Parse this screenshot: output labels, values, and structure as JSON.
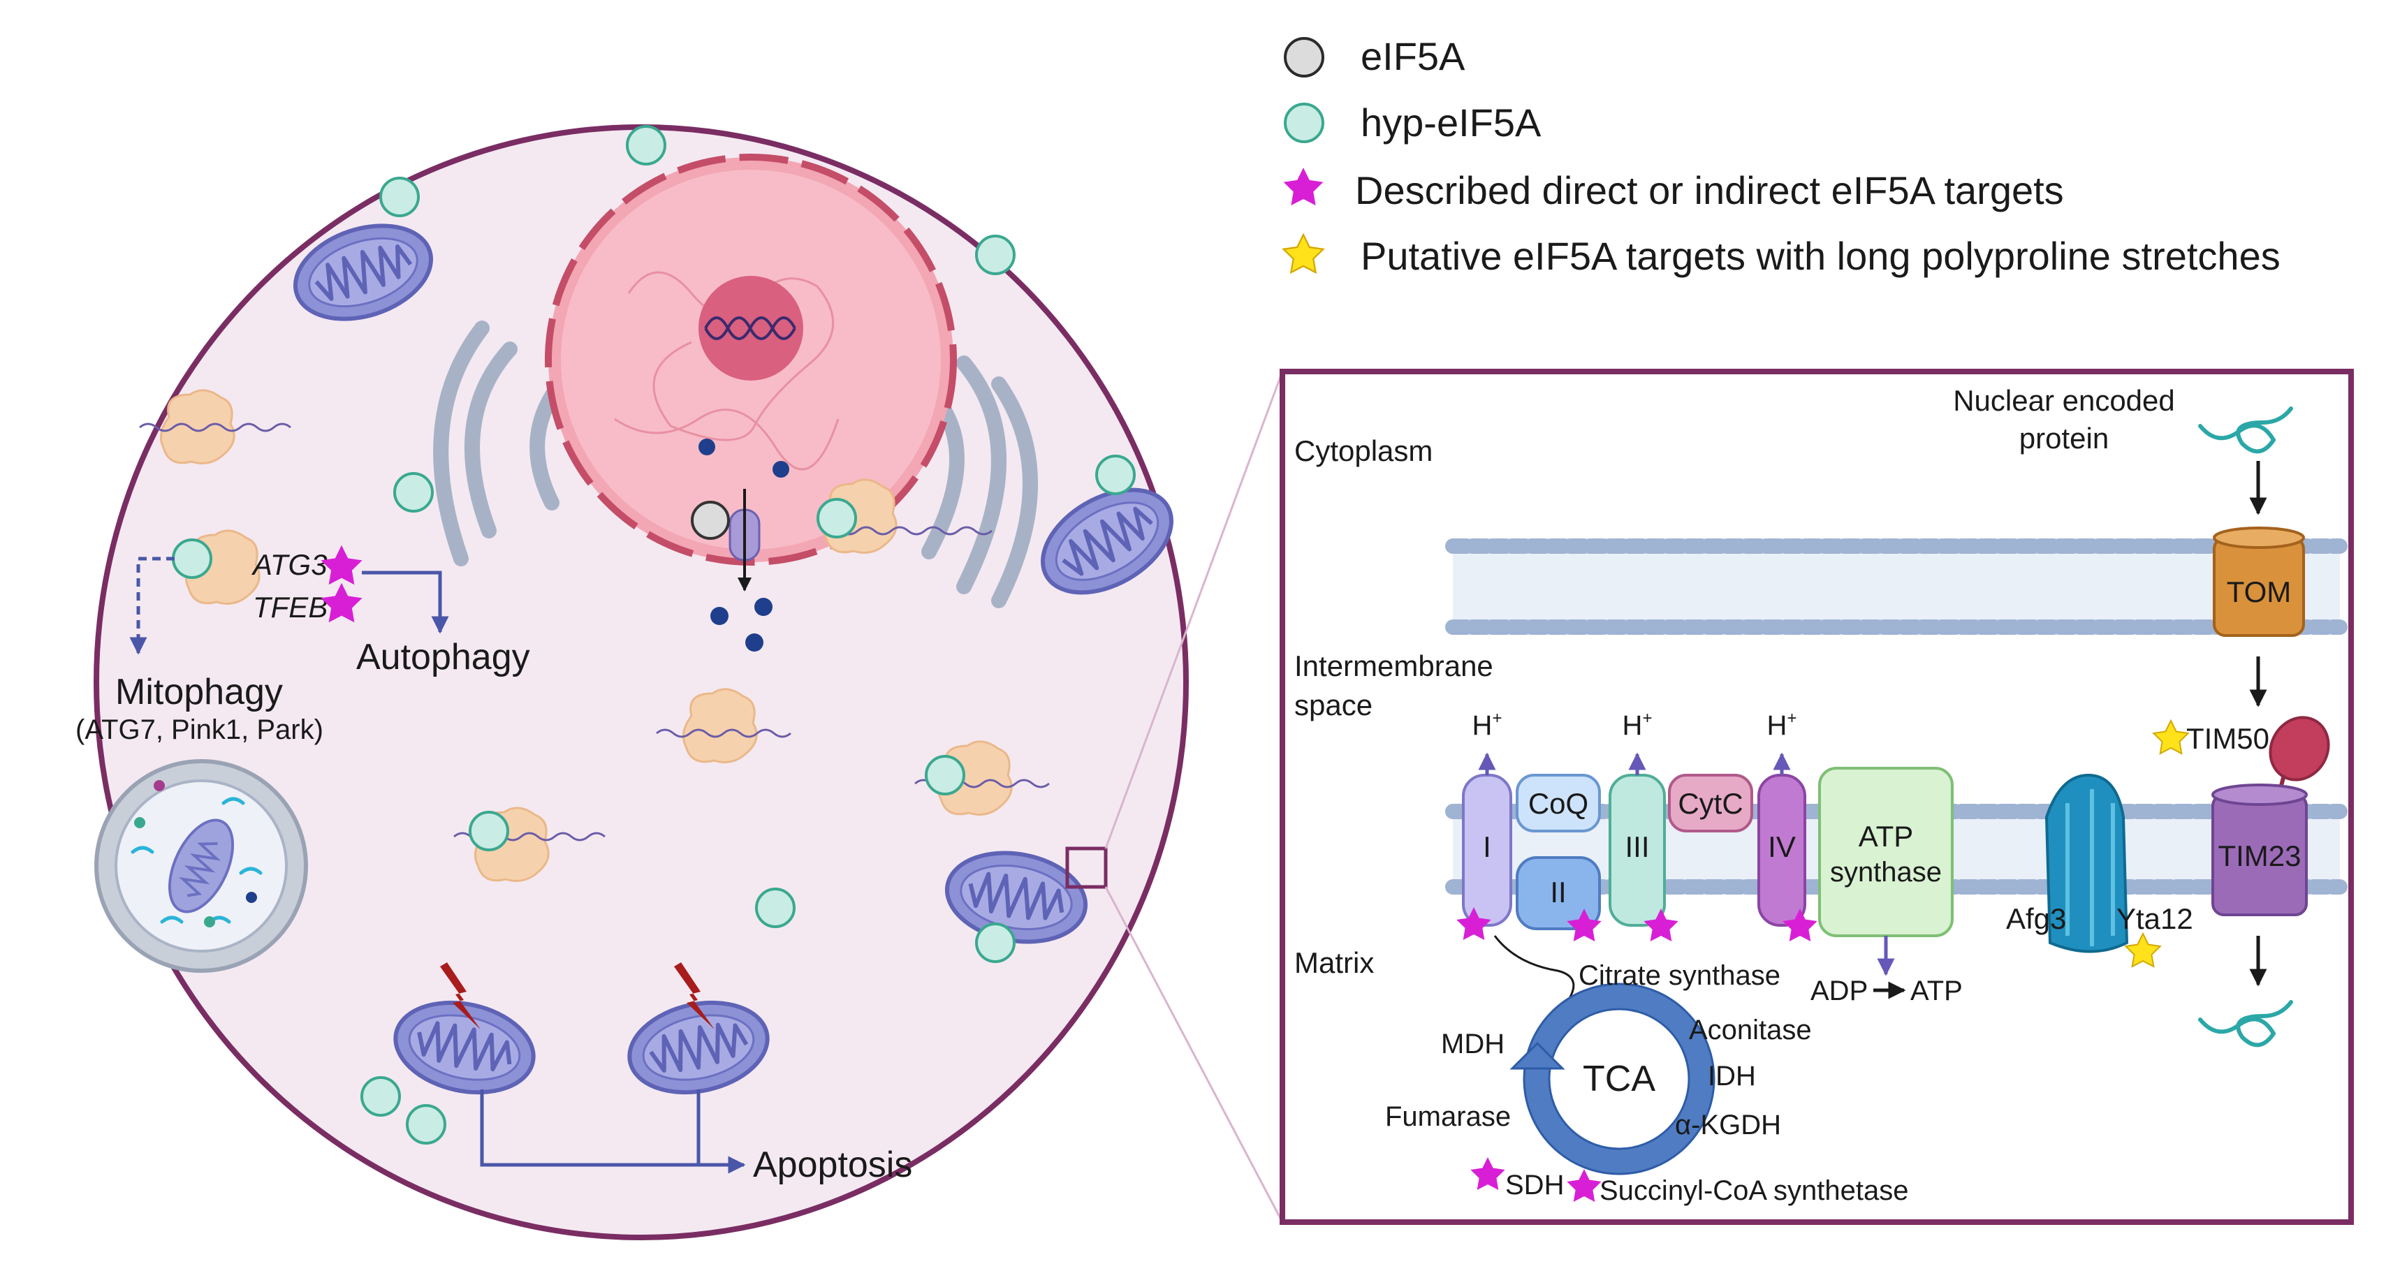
{
  "legend": {
    "items": [
      {
        "label": "eIF5A",
        "marker": "grey-circle"
      },
      {
        "label": "hyp-eIF5A",
        "marker": "teal-circle"
      },
      {
        "label": "Described direct or indirect eIF5A targets",
        "marker": "magenta-star"
      },
      {
        "label": "Putative eIF5A targets with long polyproline stretches",
        "marker": "yellow-star"
      }
    ]
  },
  "cell": {
    "atg3": "ATG3",
    "tfeb": "TFEB",
    "autophagy": "Autophagy",
    "mitophagy": "Mitophagy",
    "mitophagy_genes": "(ATG7, Pink1, Park)",
    "apoptosis": "Apoptosis"
  },
  "mito": {
    "cytoplasm": "Cytoplasm",
    "ims_1": "Intermembrane",
    "ims_2": "space",
    "matrix": "Matrix",
    "nuclear_1": "Nuclear encoded",
    "nuclear_2": "protein",
    "tom": "TOM",
    "tim50": "TIM50",
    "tim23": "TIM23",
    "complex_i": "I",
    "coq": "CoQ",
    "complex_ii": "II",
    "complex_iii": "III",
    "cytc": "CytC",
    "complex_iv": "IV",
    "h_plus": "H",
    "h_sup": "+",
    "atp_1": "ATP",
    "atp_2": "synthase",
    "adp": "ADP",
    "atp": "ATP",
    "afg3": "Afg3",
    "yta12": "Yta12",
    "tca": "TCA",
    "citrate_synthase": "Citrate synthase",
    "aconitase": "Aconitase",
    "idh": "IDH",
    "akgdh": "α-KGDH",
    "mdh": "MDH",
    "fumarase": "Fumarase",
    "sdh": "SDH",
    "succinyl": "Succinyl-CoA synthetase"
  },
  "colors": {
    "cell_fill": "#f4e9f1",
    "cell_border": "#7a2d63",
    "teal": "#c9ece4",
    "magenta": "#d81fd6",
    "yellow": "#ffe21a",
    "mito": "#8d91d6",
    "nucleus": "#f3a6b4",
    "tom": "#d9913b",
    "tim23": "#9b6bb8"
  }
}
